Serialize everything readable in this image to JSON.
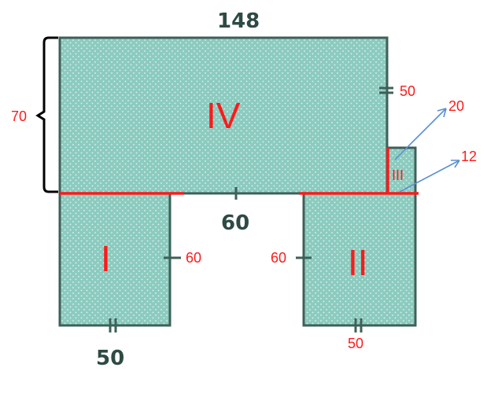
{
  "colors": {
    "fill": "#8ccbbf",
    "edge": "#3e6058",
    "dark_text": "#2e4a44",
    "red": "#ff1a1a",
    "arrow": "#5b8fcf",
    "bracket": "#000000"
  },
  "labels": {
    "top_length": "148",
    "bracket_height": "70",
    "right_upper": "50",
    "arrow_upper": "20",
    "arrow_lower": "12",
    "gap_width": "60",
    "left_piece_side": "60",
    "right_piece_side": "60",
    "left_piece_bottom": "50",
    "right_piece_bottom": "50"
  },
  "regions": {
    "I": "I",
    "II": "II",
    "III": "III",
    "IV": "IV"
  }
}
